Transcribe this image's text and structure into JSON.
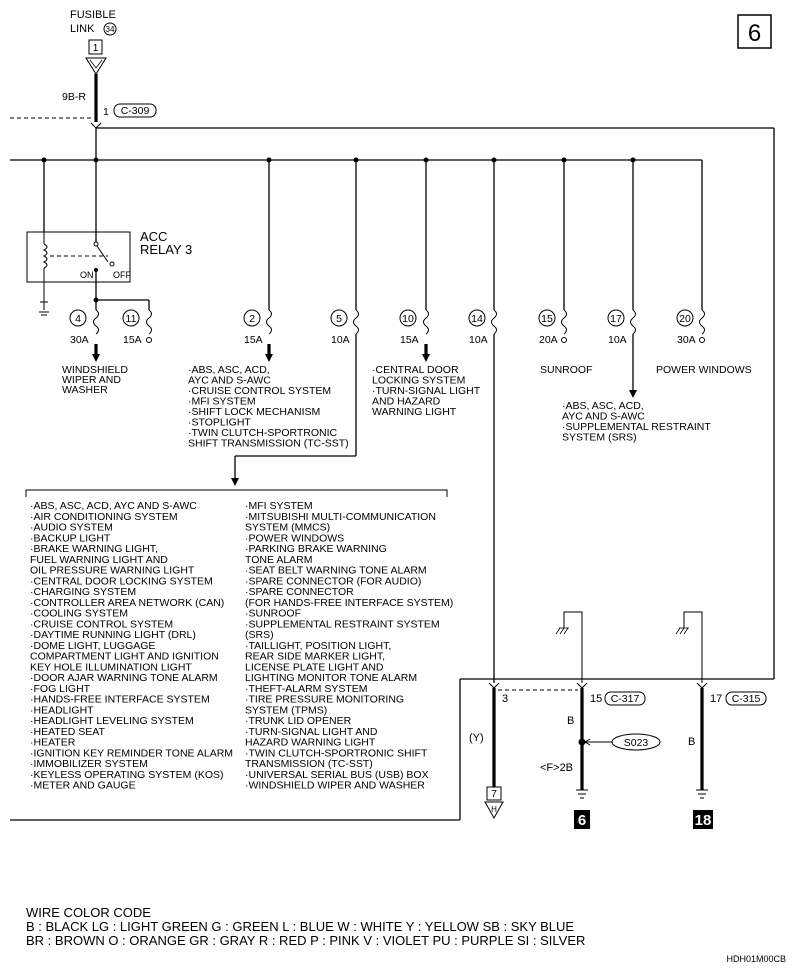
{
  "page_number": "6",
  "fusible_link": {
    "label_line1": "FUSIBLE",
    "label_line2": "LINK",
    "number": "34",
    "terminal": "1"
  },
  "main_wire": {
    "color": "9B-R",
    "pin": "1",
    "connector": "C-309"
  },
  "relay": {
    "name_line1": "ACC",
    "name_line2": "RELAY 3",
    "on_label": "ON",
    "off_label": "OFF"
  },
  "fuses": [
    {
      "num": "4",
      "amp": "30A"
    },
    {
      "num": "11",
      "amp": "15A"
    },
    {
      "num": "2",
      "amp": "15A"
    },
    {
      "num": "5",
      "amp": "10A"
    },
    {
      "num": "10",
      "amp": "15A"
    },
    {
      "num": "14",
      "amp": "10A"
    },
    {
      "num": "15",
      "amp": "20A"
    },
    {
      "num": "17",
      "amp": "10A"
    },
    {
      "num": "20",
      "amp": "30A"
    }
  ],
  "loads": {
    "wiper": [
      "WINDSHIELD",
      "WIPER AND",
      "WASHER"
    ],
    "fuse2": [
      "·ABS, ASC, ACD,",
      " AYC AND S-AWC",
      "·CRUISE CONTROL SYSTEM",
      "·MFI SYSTEM",
      "·SHIFT LOCK MECHANISM",
      "·STOPLIGHT",
      "·TWIN CLUTCH-SPORTRONIC",
      " SHIFT TRANSMISSION (TC-SST)"
    ],
    "fuse10": [
      "·CENTRAL DOOR",
      " LOCKING SYSTEM",
      "·TURN-SIGNAL LIGHT",
      " AND HAZARD",
      " WARNING LIGHT"
    ],
    "sunroof": [
      "SUNROOF"
    ],
    "fuse17": [
      "·ABS, ASC, ACD,",
      " AYC AND S-AWC",
      "·SUPPLEMENTAL RESTRAINT",
      " SYSTEM (SRS)"
    ],
    "power_windows": [
      "POWER WINDOWS"
    ]
  },
  "systems_left": [
    "·ABS, ASC, ACD, AYC AND S-AWC",
    "·AIR CONDITIONING SYSTEM",
    "·AUDIO SYSTEM",
    "·BACKUP LIGHT",
    "·BRAKE WARNING LIGHT,",
    " FUEL WARNING LIGHT AND",
    " OIL PRESSURE WARNING LIGHT",
    "·CENTRAL DOOR LOCKING SYSTEM",
    "·CHARGING SYSTEM",
    "·CONTROLLER AREA NETWORK (CAN)",
    "·COOLING SYSTEM",
    "·CRUISE CONTROL SYSTEM",
    "·DAYTIME RUNNING LIGHT (DRL)",
    "·DOME LIGHT, LUGGAGE",
    " COMPARTMENT LIGHT AND IGNITION",
    " KEY HOLE ILLUMINATION LIGHT",
    "·DOOR AJAR WARNING TONE ALARM",
    "·FOG LIGHT",
    "·HANDS-FREE INTERFACE SYSTEM",
    "·HEADLIGHT",
    "·HEADLIGHT LEVELING SYSTEM",
    "·HEATED SEAT",
    "·HEATER",
    "·IGNITION KEY REMINDER TONE ALARM",
    "·IMMOBILIZER SYSTEM",
    "·KEYLESS OPERATING SYSTEM (KOS)",
    "·METER AND GAUGE"
  ],
  "systems_right": [
    "·MFI SYSTEM",
    "·MITSUBISHI MULTI-COMMUNICATION",
    " SYSTEM (MMCS)",
    "·POWER WINDOWS",
    "·PARKING BRAKE WARNING",
    " TONE ALARM",
    "·SEAT BELT WARNING TONE ALARM",
    "·SPARE CONNECTOR (FOR AUDIO)",
    "·SPARE CONNECTOR",
    " (FOR HANDS-FREE INTERFACE SYSTEM)",
    "·SUNROOF",
    "·SUPPLEMENTAL RESTRAINT SYSTEM",
    " (SRS)",
    "·TAILLIGHT, POSITION LIGHT,",
    " REAR SIDE MARKER LIGHT,",
    " LICENSE PLATE LIGHT AND",
    " LIGHTING MONITOR TONE ALARM",
    "·THEFT-ALARM SYSTEM",
    "·TIRE PRESSURE MONITORING",
    " SYSTEM (TPMS)",
    "·TRUNK LID OPENER",
    "·TURN-SIGNAL LIGHT AND",
    " HAZARD WARNING LIGHT",
    "·TWIN CLUTCH-SPORTRONIC SHIFT",
    " TRANSMISSION (TC-SST)",
    "·UNIVERSAL SERIAL BUS (USB) BOX",
    "·WINDSHIELD WIPER AND WASHER"
  ],
  "bottom": {
    "pin3": "3",
    "wire_y": "(Y)",
    "arrow_ref": "7",
    "arrow_letter": "H",
    "pin15": "15",
    "conn317": "C-317",
    "wire_b1": "B",
    "splice": "S023",
    "wire_f2b": "<F>2B",
    "ground6": "6",
    "pin17": "17",
    "conn315": "C-315",
    "wire_b2": "B",
    "ground18": "18"
  },
  "legend": {
    "title": "WIRE COLOR CODE",
    "line1": "B : BLACK    LG : LIGHT GREEN    G : GREEN    L : BLUE    W : WHITE    Y : YELLOW    SB : SKY BLUE",
    "line2": "BR : BROWN    O : ORANGE    GR : GRAY    R : RED    P : PINK    V : VIOLET    PU : PURPLE    SI : SILVER"
  },
  "drawing_code": "HDH01M00CB"
}
